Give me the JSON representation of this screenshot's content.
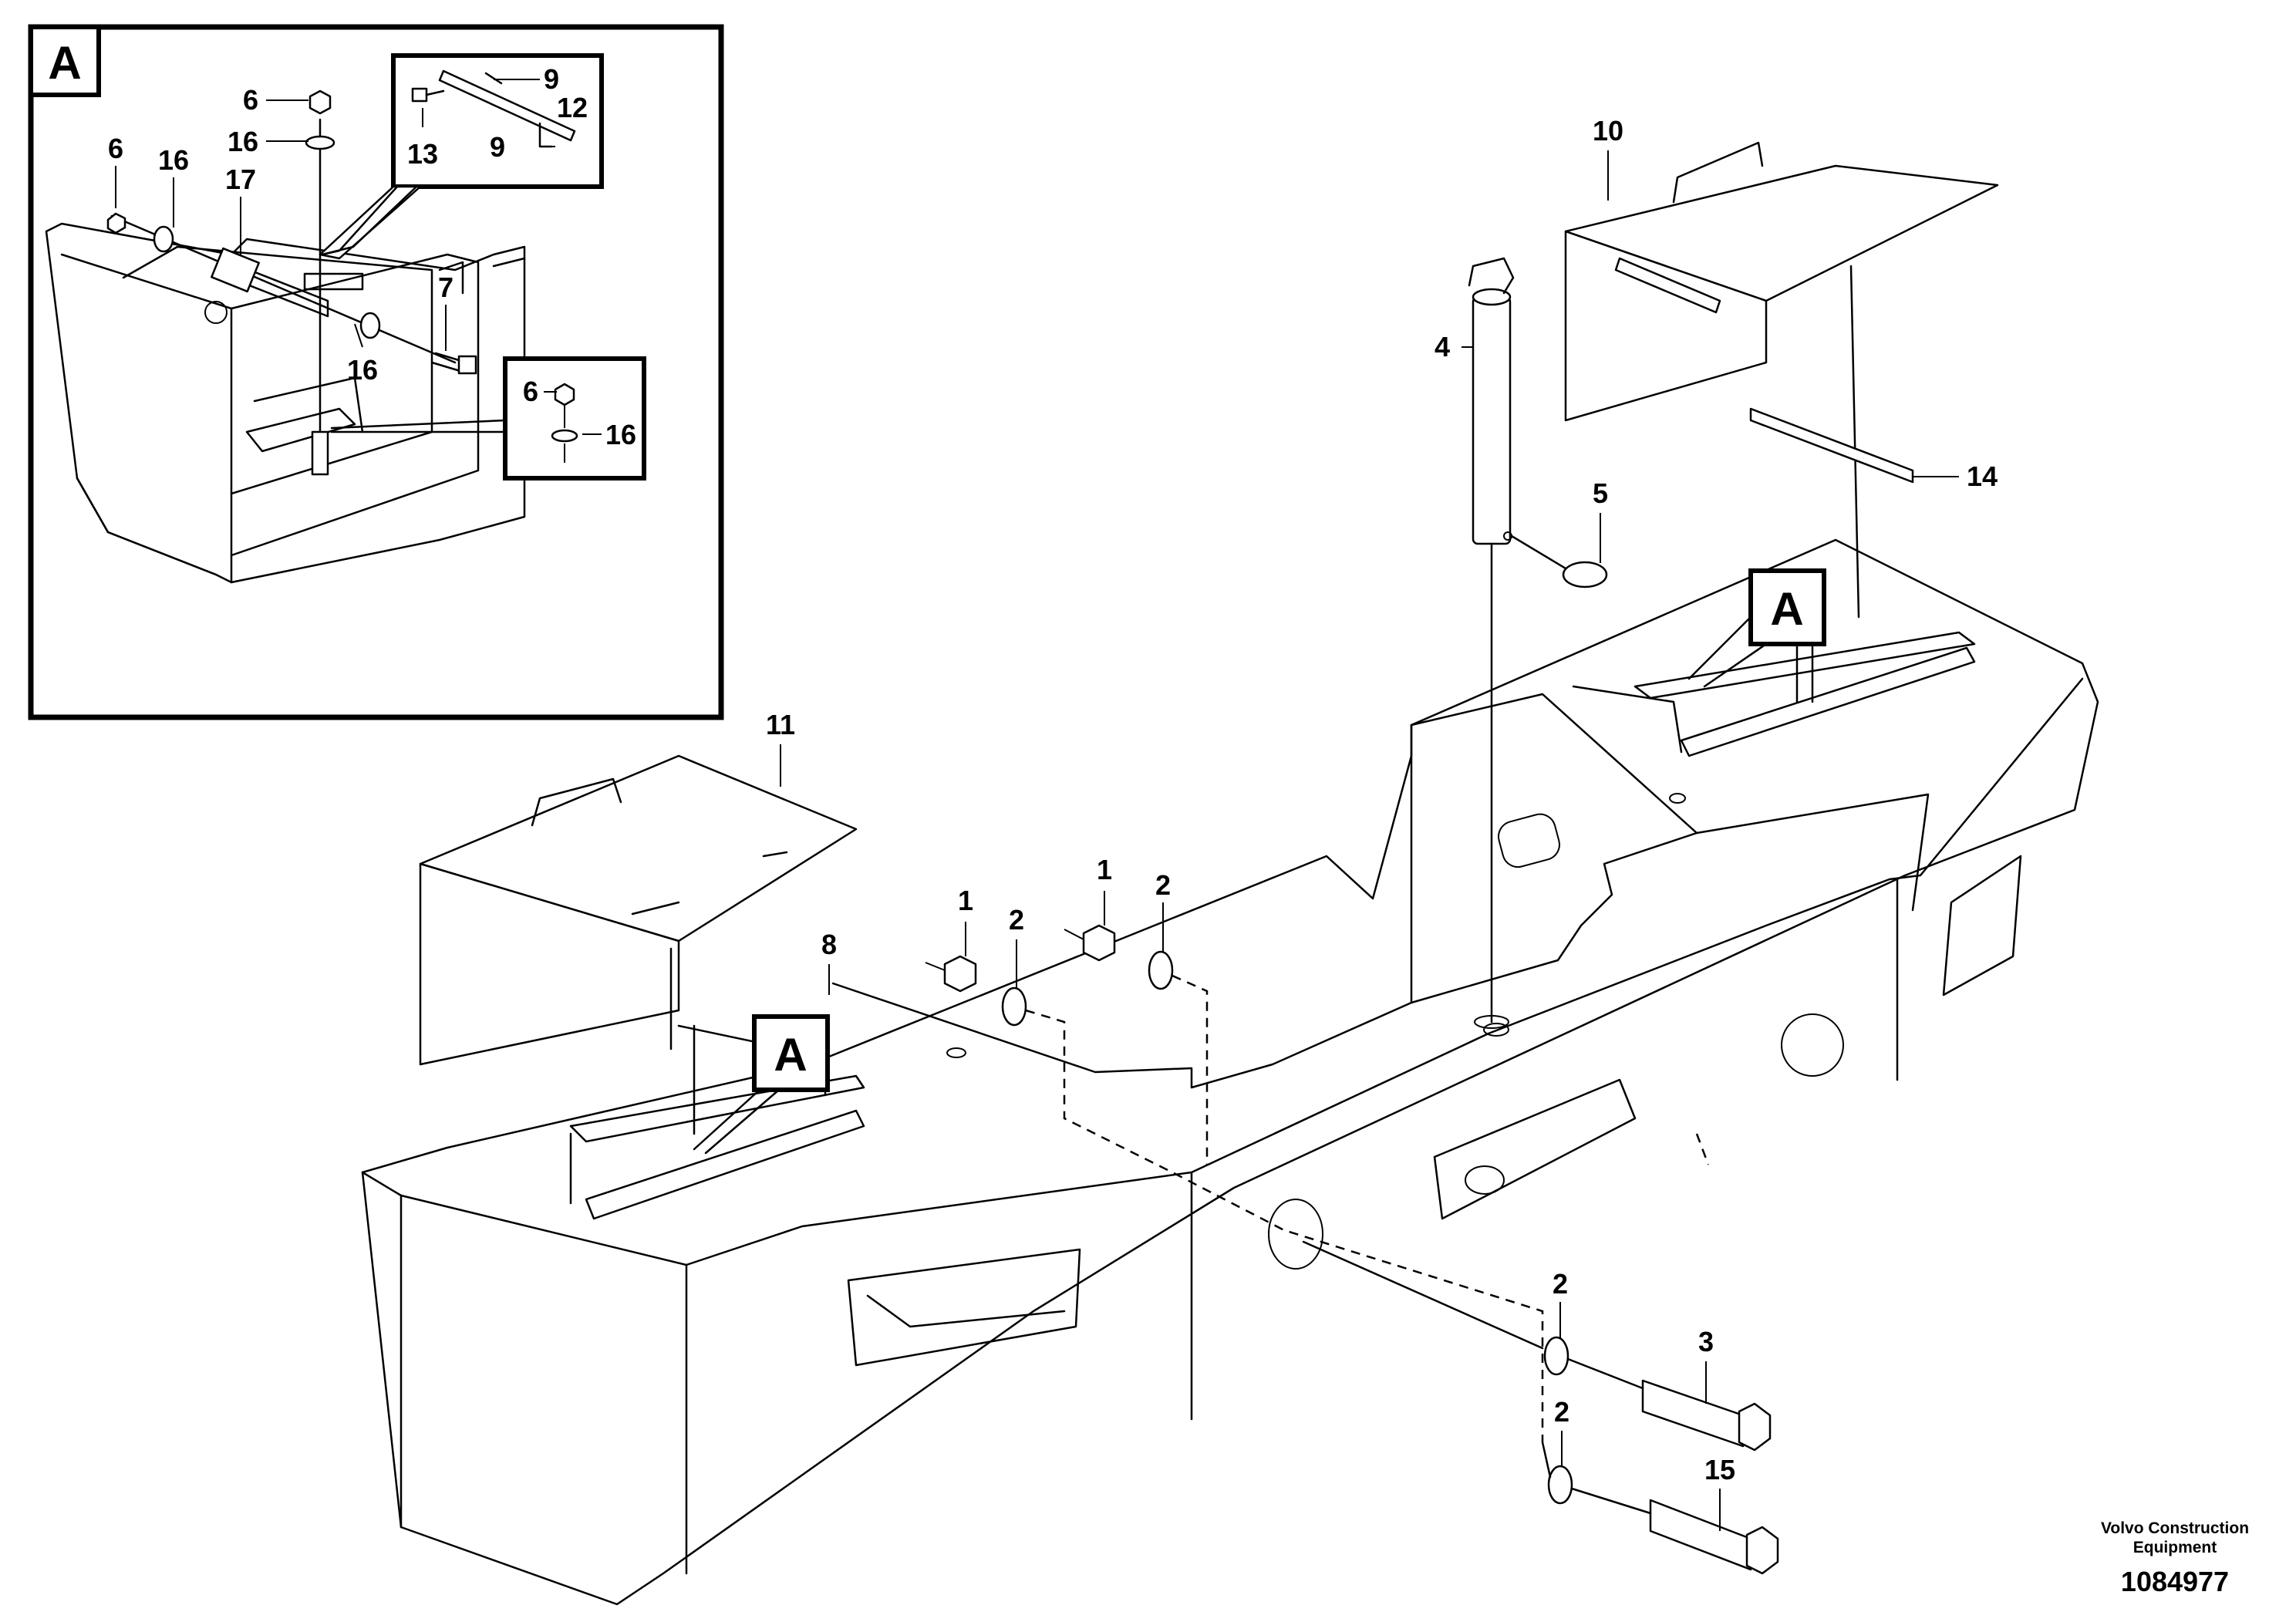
{
  "detail_box": {
    "letter": "A"
  },
  "callouts": [
    "A",
    "A"
  ],
  "part_labels": {
    "p1a": "1",
    "p1b": "1",
    "p2a": "2",
    "p2b": "2",
    "p2c": "2",
    "p2d": "2",
    "p3": "3",
    "p4": "4",
    "p5": "5",
    "p8": "8",
    "p10": "10",
    "p11": "11",
    "p14": "14",
    "p15": "15",
    "d6a": "6",
    "d6b": "6",
    "d6c": "6",
    "d16a": "16",
    "d16b": "16",
    "d16c": "16",
    "d16d": "16",
    "d17": "17",
    "d7": "7",
    "d9a": "9",
    "d9b": "9",
    "d12": "12",
    "d13": "13"
  },
  "footer": {
    "company_line1": "Volvo Construction",
    "company_line2": "Equipment",
    "drawing_number": "1084977"
  }
}
